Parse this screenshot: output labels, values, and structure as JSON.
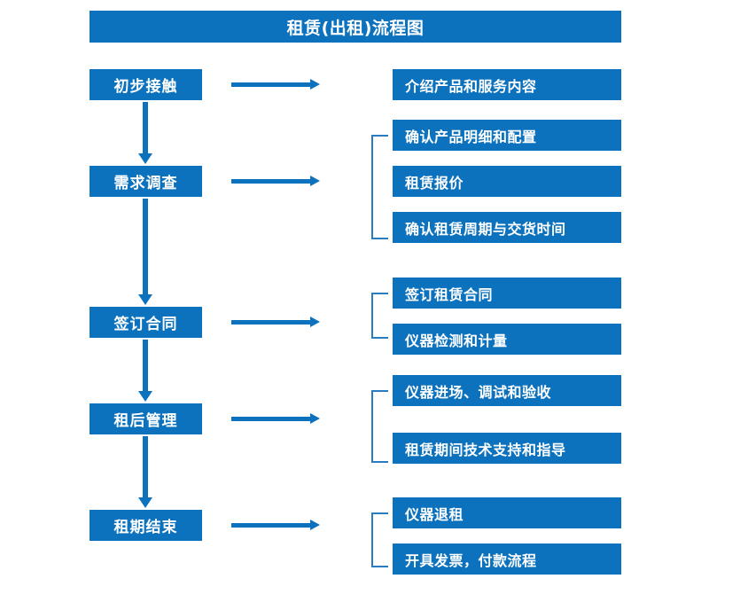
{
  "title": "租赁(出租)流程图",
  "theme": {
    "accent": "#0d72be",
    "bracket": "#2a7cc0",
    "text_on_accent": "#ffffff",
    "background": "#ffffff"
  },
  "stages": [
    {
      "id": "initial-contact",
      "label": "初步接触"
    },
    {
      "id": "needs-survey",
      "label": "需求调查"
    },
    {
      "id": "sign-contract",
      "label": "签订合同"
    },
    {
      "id": "post-rental",
      "label": "租后管理"
    },
    {
      "id": "rental-end",
      "label": "租期结束"
    }
  ],
  "details": [
    {
      "stage": "initial-contact",
      "items": [
        "介绍产品和服务内容"
      ]
    },
    {
      "stage": "needs-survey",
      "items": [
        "确认产品明细和配置",
        "租赁报价",
        "确认租赁周期与交货时间"
      ]
    },
    {
      "stage": "sign-contract",
      "items": [
        "签订租赁合同",
        "仪器检测和计量"
      ]
    },
    {
      "stage": "post-rental",
      "items": [
        "仪器进场、调试和验收",
        "租赁期间技术支持和指导"
      ]
    },
    {
      "stage": "rental-end",
      "items": [
        "仪器退租",
        "开具发票，付款流程"
      ]
    }
  ],
  "detail_boxes": [
    {
      "text": "介绍产品和服务内容"
    },
    {
      "text": "确认产品明细和配置"
    },
    {
      "text": "租赁报价"
    },
    {
      "text": "确认租赁周期与交货时间"
    },
    {
      "text": "签订租赁合同"
    },
    {
      "text": "仪器检测和计量"
    },
    {
      "text": "仪器进场、调试和验收"
    },
    {
      "text": "租赁期间技术支持和指导"
    },
    {
      "text": "仪器退租"
    },
    {
      "text": "开具发票，付款流程"
    }
  ],
  "icons": {
    "flow_arrow_right": "right-arrow",
    "flow_arrow_down": "down-arrow",
    "group_bracket": "bracket"
  }
}
